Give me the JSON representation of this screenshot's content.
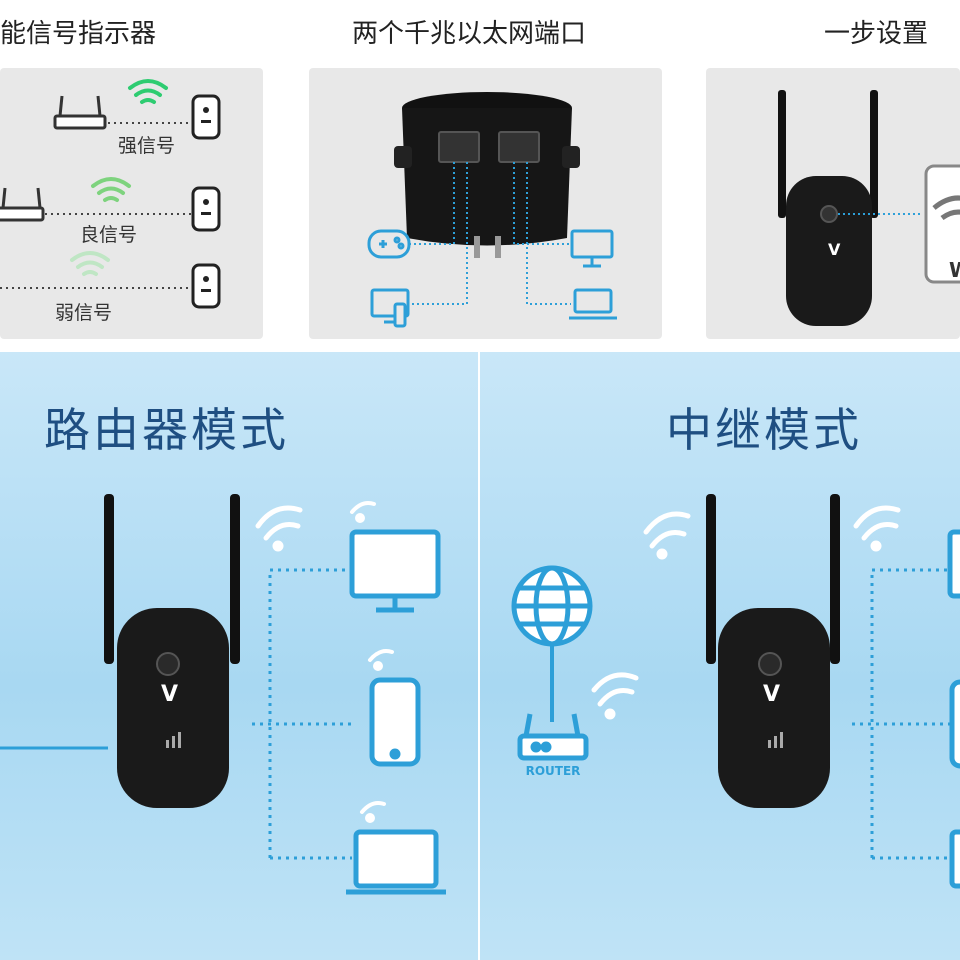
{
  "headings": {
    "smart_signal": "能信号指示器",
    "gigabit_ports": "两个千兆以太网端口",
    "one_step_setup": "一步设置"
  },
  "signal_levels": [
    "强信号",
    "良信号",
    "弱信号"
  ],
  "modes": {
    "router_mode": "路由器模式",
    "repeater_mode": "中继模式"
  },
  "router_label": "ROUTER",
  "partial_label": "W",
  "device_logo": "V",
  "colors": {
    "heading": "#222222",
    "mode_title": "#1f4f82",
    "icon_blue": "#2d9fd8",
    "wifi_strong": "#2ecc71",
    "wifi_good": "#7ed37e",
    "wifi_weak": "#bfe6c4",
    "panel_bg": "#e8e8e8",
    "device": "#1a1a1a"
  }
}
